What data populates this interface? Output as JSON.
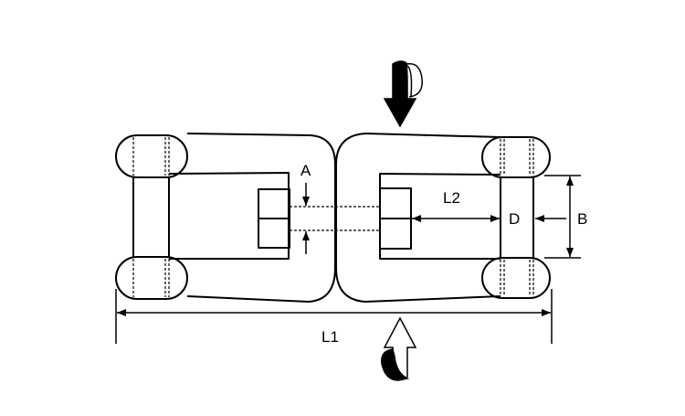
{
  "diagram": {
    "labels": {
      "a": "A",
      "b": "B",
      "d": "D",
      "l1": "L1",
      "l2": "L2"
    },
    "colors": {
      "stroke": "#000000",
      "background": "#ffffff"
    }
  }
}
